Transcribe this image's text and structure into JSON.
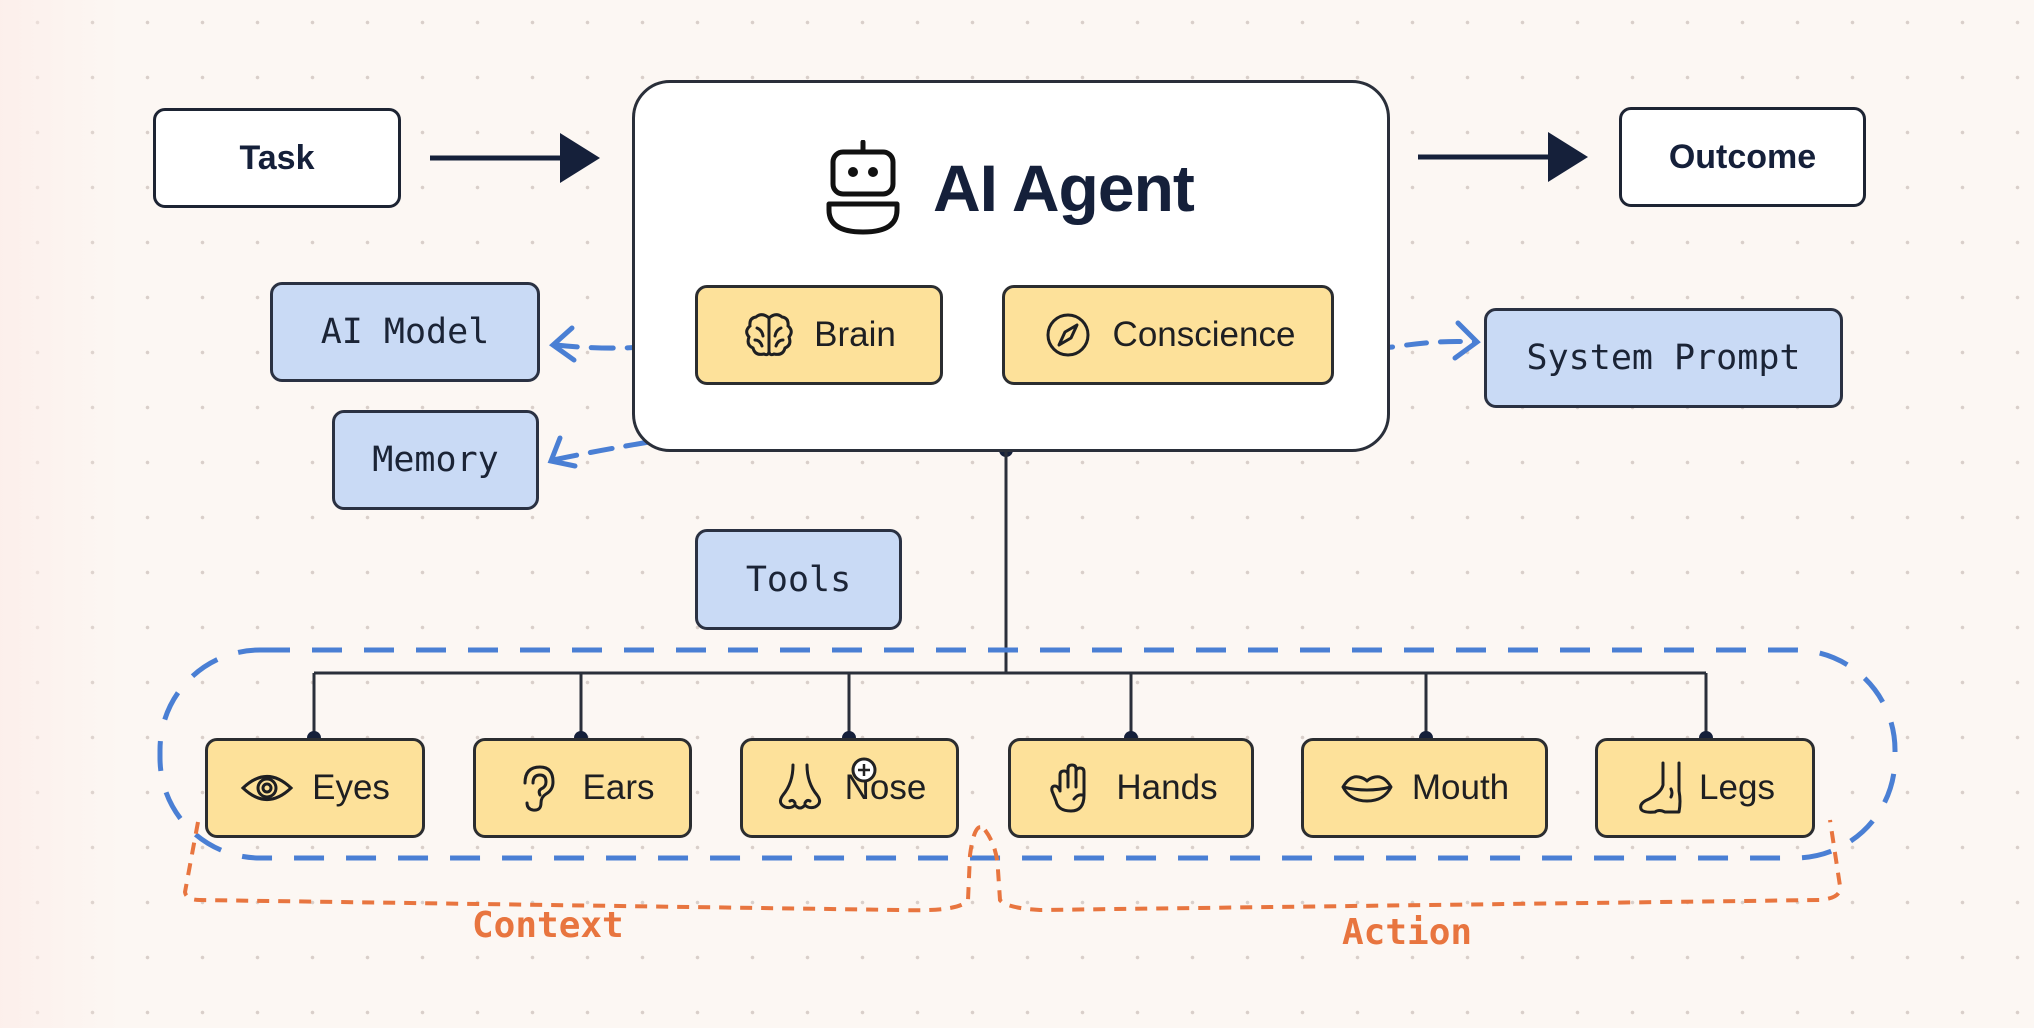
{
  "diagram": {
    "title": "AI Agent",
    "input": "Task",
    "output": "Outcome",
    "agent_components": [
      {
        "label": "Brain",
        "icon": "brain-icon"
      },
      {
        "label": "Conscience",
        "icon": "compass-icon"
      }
    ],
    "resources": {
      "ai_model": "AI Model",
      "memory": "Memory",
      "system_prompt": "System Prompt",
      "tools": "Tools"
    },
    "senses": [
      {
        "label": "Eyes",
        "icon": "eye-icon"
      },
      {
        "label": "Ears",
        "icon": "ear-icon"
      },
      {
        "label": "Nose",
        "icon": "nose-icon"
      },
      {
        "label": "Hands",
        "icon": "hand-icon"
      },
      {
        "label": "Mouth",
        "icon": "mouth-icon"
      },
      {
        "label": "Legs",
        "icon": "foot-icon"
      }
    ],
    "groups": {
      "context": "Context",
      "action": "Action"
    }
  },
  "colors": {
    "background": "#fcf7f3",
    "amber_fill": "#fde19a",
    "blue_fill": "#c9daf5",
    "dashed_blue": "#4a7fd4",
    "dashed_orange": "#e8753f",
    "ink": "#15203a"
  }
}
